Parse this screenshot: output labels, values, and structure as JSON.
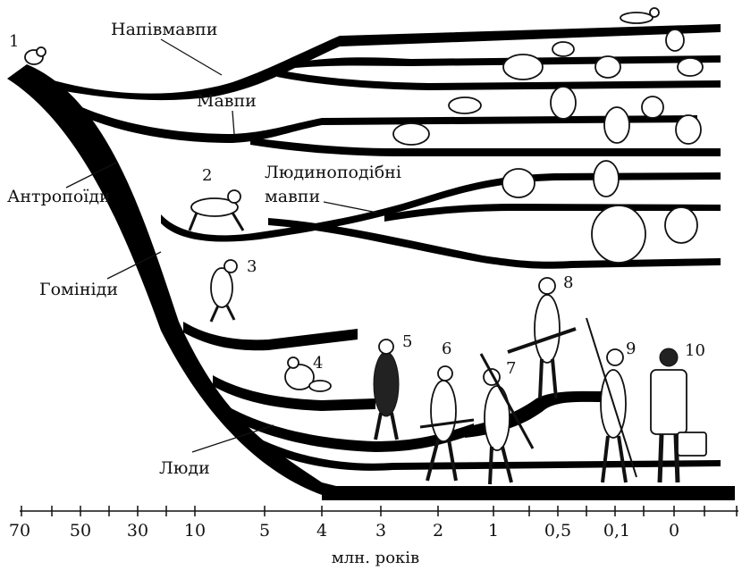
{
  "labels": {
    "prosimians": "Напівмавпи",
    "monkeys": "Мавпи",
    "anthropoids": "Антропоїди",
    "anthropoid_apes_line1": "Людиноподібні",
    "anthropoid_apes_line2": "мавпи",
    "hominids": "Гомініди",
    "humans": "Люди"
  },
  "figure_numbers": [
    "1",
    "2",
    "3",
    "4",
    "5",
    "6",
    "7",
    "8",
    "9",
    "10"
  ],
  "axis": {
    "ticks": [
      "70",
      "50",
      "30",
      "10",
      "5",
      "4",
      "3",
      "2",
      "1",
      "0,5",
      "0,1",
      "0"
    ],
    "unit_label": "млн. років"
  },
  "colors": {
    "branch": "#000000",
    "outline": "#111111",
    "background": "#ffffff"
  }
}
